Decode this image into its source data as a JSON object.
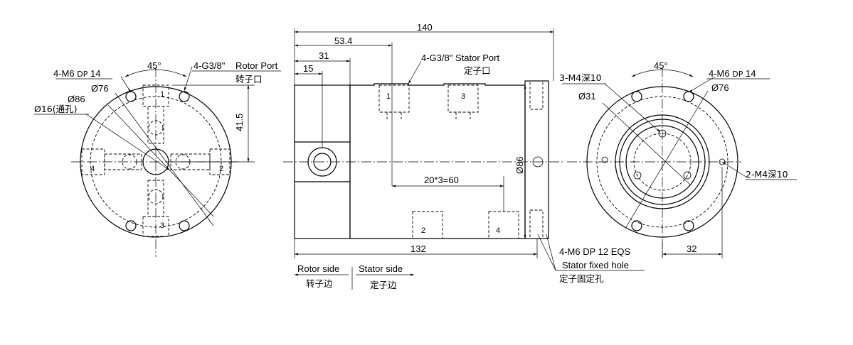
{
  "left_view": {
    "angle": "45°",
    "port_thread": "4-G3/8\"",
    "port_name": "Rotor Port",
    "port_name_cn": "转子口",
    "mount_hole_prefix": "4-M6",
    "mount_hole_dp": "DP",
    "mount_hole_depth": "14",
    "pcd": "Ø76",
    "outer_dia": "Ø86",
    "bore": "Ø16(通孔)",
    "offset": "41.5",
    "port_numbers": [
      "1",
      "2",
      "3",
      "4"
    ]
  },
  "side_view": {
    "total_length": "140",
    "dim_53": "53.4",
    "dim_31": "31",
    "dim_15": "15",
    "stator_port_thread": "4-G3/8\" Stator Port",
    "stator_port_cn": "定子口",
    "spacing": "20*3=60",
    "dia": "Ø86",
    "body_length": "132",
    "fixed_hole_spec": "4-M6 DP 12 EQS",
    "fixed_hole_name": "Stator fixed hole",
    "fixed_hole_cn": "定子固定孔",
    "rotor_side": "Rotor side",
    "rotor_side_cn": "转子边",
    "stator_side": "Stator side",
    "stator_side_cn": "定子边",
    "port_numbers": [
      "1",
      "3",
      "2",
      "4"
    ]
  },
  "right_view": {
    "angle": "45°",
    "hole_a": "3-M4深10",
    "mount_hole_prefix": "4-M6",
    "mount_hole_dp": "DP",
    "mount_hole_depth": "14",
    "dia_31": "Ø31",
    "pcd": "Ø76",
    "hole_b": "2-M4深10",
    "offset": "32"
  }
}
